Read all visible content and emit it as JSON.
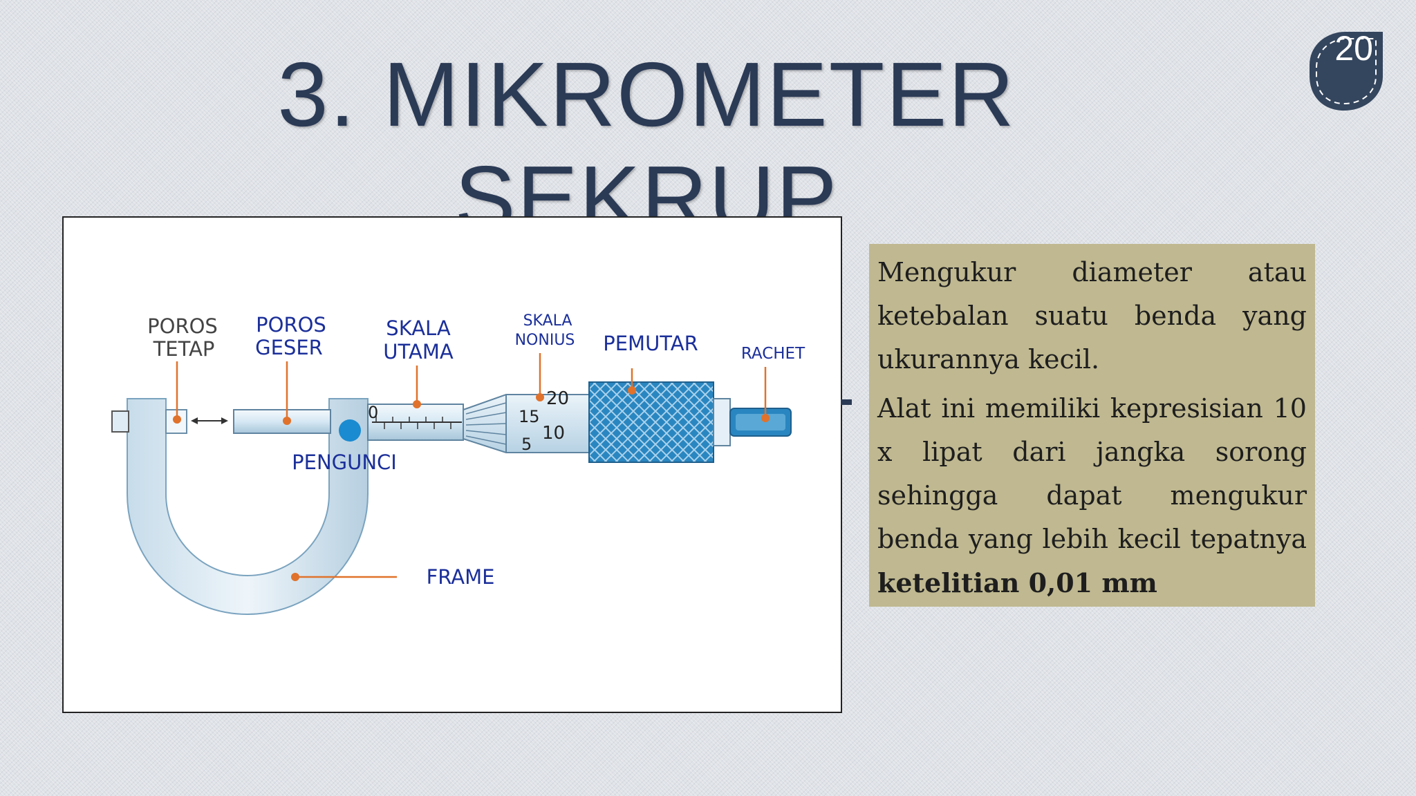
{
  "slide": {
    "title_line1": "3. MIKROMETER",
    "title_line2": "SEKRUP",
    "number": "20"
  },
  "diagram": {
    "labels": {
      "poros_tetap_1": "POROS",
      "poros_tetap_2": "TETAP",
      "poros_geser_1": "POROS",
      "poros_geser_2": "GESER",
      "skala_utama_1": "SKALA",
      "skala_utama_2": "UTAMA",
      "skala_nonius_1": "SKALA",
      "skala_nonius_2": "NONIUS",
      "pemutar": "PEMUTAR",
      "rachet": "RACHET",
      "pengunci": "PENGUNCI",
      "frame": "FRAME"
    },
    "scale_numbers": {
      "main_zero": "0",
      "n20": "20",
      "n15": "15",
      "n10": "10",
      "n5": "5"
    },
    "colors": {
      "label_navy": "#1b2f9a",
      "label_gray": "#444444",
      "pointer": "#e0722b",
      "body_blue": "#2a86c0",
      "light_blue": "#d6e8f4"
    }
  },
  "description": {
    "para1": "Mengukur diameter atau ketebalan suatu benda yang ukurannya kecil.",
    "para2_text": "Alat ini memiliki kepresisian 10 x lipat dari jangka sorong sehingga dapat mengukur benda yang lebih kecil tepatnya ",
    "para2_bold": "ketelitian 0,01 mm"
  }
}
